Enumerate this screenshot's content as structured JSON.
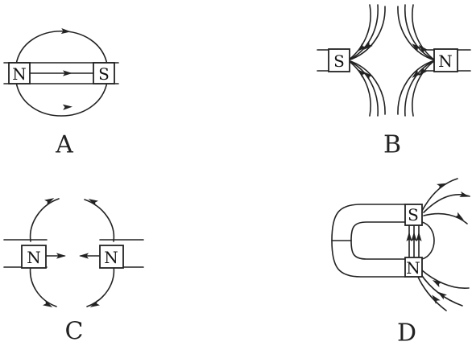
{
  "panels": {
    "a": {
      "caption": "A",
      "left_pole": "N",
      "right_pole": "S"
    },
    "b": {
      "caption": "B",
      "left_pole": "S",
      "right_pole": "N"
    },
    "c": {
      "caption": "C",
      "left_pole": "N",
      "right_pole": "N"
    },
    "d": {
      "caption": "D",
      "top_pole": "S",
      "bottom_pole": "N"
    }
  }
}
